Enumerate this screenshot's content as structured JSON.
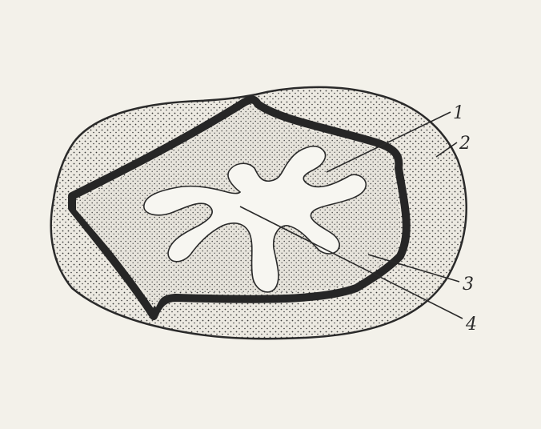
{
  "figure": {
    "paper_color": "#f3f1ea",
    "ink_color": "#2a2a2a",
    "outer_fill": "#c9c6bd",
    "inner_fill": "#d5d2c9",
    "cavity_fill": "#f6f5ef",
    "callouts": [
      {
        "id": "c1",
        "label": "1"
      },
      {
        "id": "c2",
        "label": "2"
      },
      {
        "id": "c3",
        "label": "3"
      },
      {
        "id": "c4",
        "label": "4"
      }
    ]
  }
}
